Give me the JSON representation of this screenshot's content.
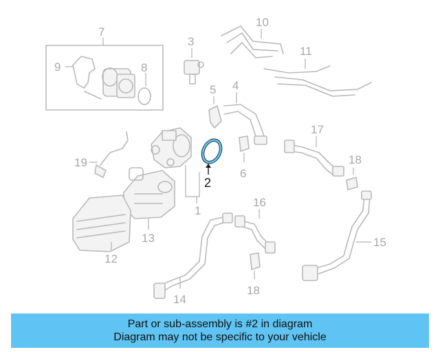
{
  "diagram": {
    "highlight_color": "#5fc4f3",
    "callouts": {
      "c1": "1",
      "c2": "2",
      "c3": "3",
      "c4": "4",
      "c5": "5",
      "c6": "6",
      "c7": "7",
      "c8": "8",
      "c9": "9",
      "c10": "10",
      "c11": "11",
      "c12": "12",
      "c13": "13",
      "c14": "14",
      "c15": "15",
      "c16": "16",
      "c17": "17",
      "c18a": "18",
      "c18b": "18",
      "c19": "19"
    }
  },
  "banner": {
    "line1": "Part or sub-assembly is #2 in diagram",
    "line2": "Diagram may not be specific to your vehicle",
    "background": "#5fc4f3"
  }
}
